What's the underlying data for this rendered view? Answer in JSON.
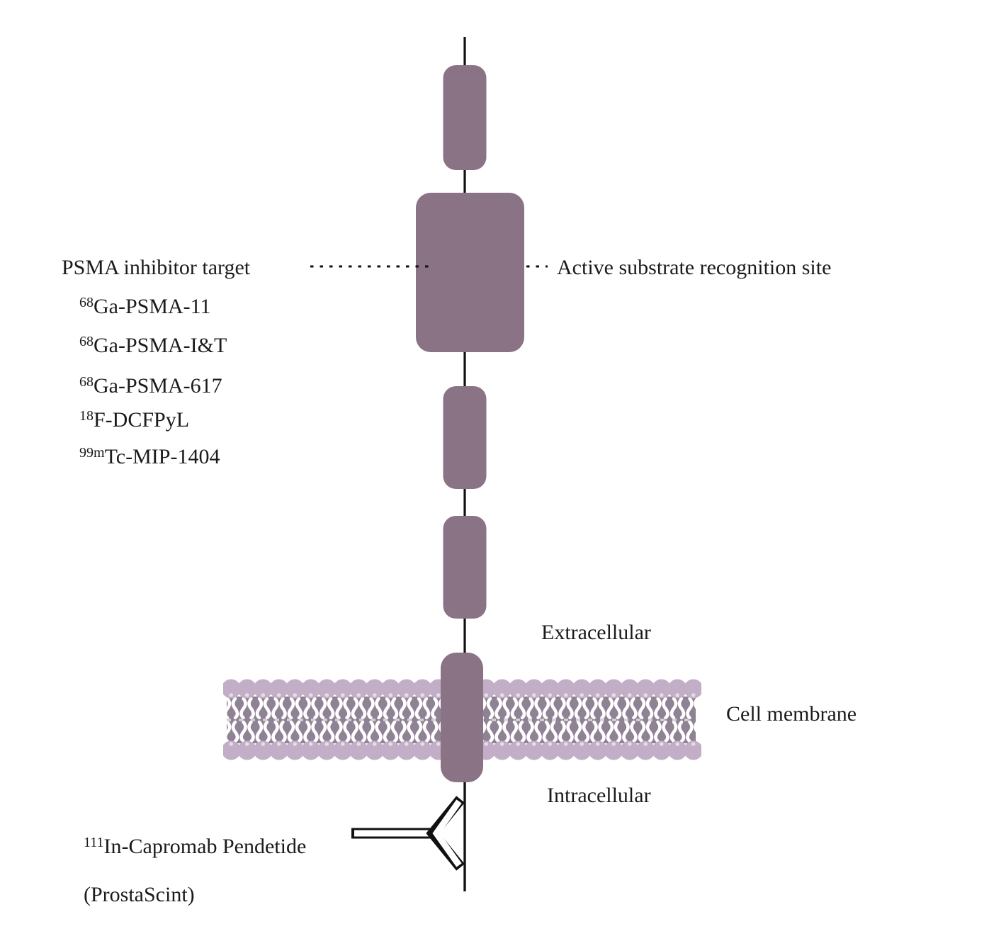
{
  "labels": {
    "psma_inhibitor_target": "PSMA inhibitor target",
    "active_substrate_site": "Active substrate recognition site",
    "extracellular": "Extracellular",
    "cell_membrane": "Cell membrane",
    "intracellular": "Intracellular"
  },
  "psma_inhibitors": [
    {
      "isotope": "68",
      "name": "Ga-PSMA-11"
    },
    {
      "isotope": "68",
      "name": "Ga-PSMA-I&T"
    },
    {
      "isotope": "68",
      "name": "Ga-PSMA-617"
    },
    {
      "isotope": "18",
      "name": "F-DCFPyL"
    },
    {
      "isotope": "99m",
      "name": "Tc-MIP-1404"
    }
  ],
  "intracellular_antibody": {
    "isotope": "111",
    "name": "In-Capromab Pendetide",
    "brand": "(ProstaScint)"
  },
  "colors": {
    "domain-fill": "#897384",
    "membrane-head": "#c2aec6",
    "membrane-tail": "#8f8294",
    "membrane-tail-gap": "#ffffff",
    "line": "#111111",
    "text": "#1b1b1b",
    "background": "#ffffff"
  }
}
